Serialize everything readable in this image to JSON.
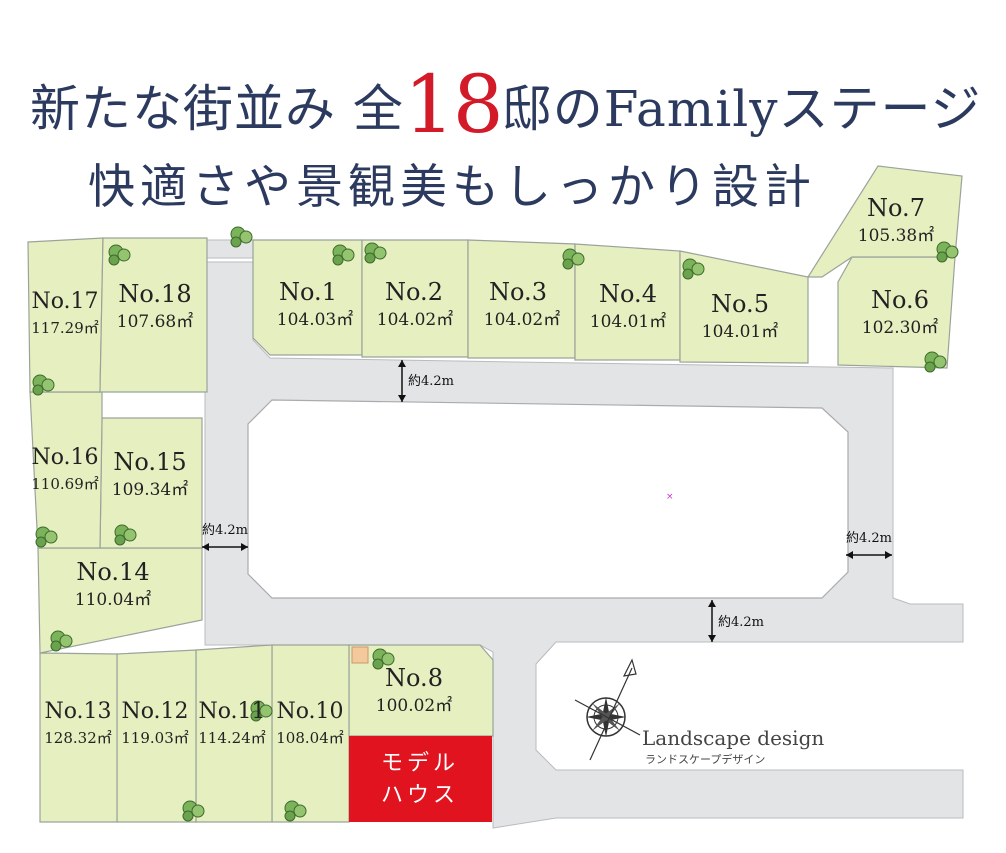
{
  "headline": {
    "line1_prefix": "新たな街並み 全",
    "line1_number": "18",
    "line1_suffix": "邸のFamilyステージ",
    "line2": "快適さや景観美もしっかり設計"
  },
  "lots": [
    {
      "id": "No.1",
      "area": "104.03㎡"
    },
    {
      "id": "No.2",
      "area": "104.02㎡"
    },
    {
      "id": "No.3",
      "area": "104.02㎡"
    },
    {
      "id": "No.4",
      "area": "104.01㎡"
    },
    {
      "id": "No.5",
      "area": "104.01㎡"
    },
    {
      "id": "No.6",
      "area": "102.30㎡"
    },
    {
      "id": "No.7",
      "area": "105.38㎡"
    },
    {
      "id": "No.8",
      "area": "100.02㎡"
    },
    {
      "id": "No.10",
      "area": "108.04㎡"
    },
    {
      "id": "No.11",
      "area": "114.24㎡"
    },
    {
      "id": "No.12",
      "area": "119.03㎡"
    },
    {
      "id": "No.13",
      "area": "128.32㎡"
    },
    {
      "id": "No.14",
      "area": "110.04㎡"
    },
    {
      "id": "No.15",
      "area": "109.34㎡"
    },
    {
      "id": "No.16",
      "area": "110.69㎡"
    },
    {
      "id": "No.17",
      "area": "117.29㎡"
    },
    {
      "id": "No.18",
      "area": "107.68㎡"
    }
  ],
  "model_house": {
    "line1": "モデル",
    "line2": "ハウス"
  },
  "road_width_label": "約4.2m",
  "landscape": {
    "title": "Landscape design",
    "subtitle": "ランドスケープデザイン"
  },
  "colors": {
    "lot_fill": "#e6efc0",
    "lot_border": "#9aa39a",
    "road": "#e3e4e6",
    "model_house": "#e0131f",
    "heading": "#2b3a5e",
    "accent": "#d21a28"
  }
}
